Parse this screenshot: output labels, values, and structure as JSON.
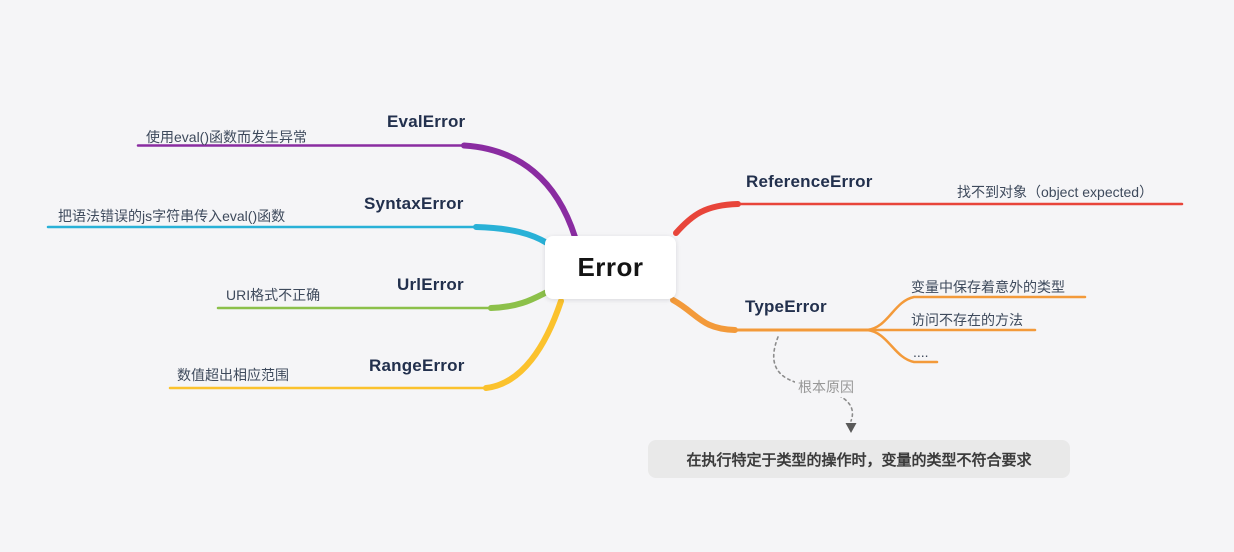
{
  "canvas": {
    "background": "#f5f5f7"
  },
  "center": {
    "label": "Error"
  },
  "left_branches": [
    {
      "name": "EvalError",
      "note": "使用eval()函数而发生异常",
      "color": "#8a2ca1"
    },
    {
      "name": "SyntaxError",
      "note": "把语法错误的js字符串传入eval()函数",
      "color": "#29b1d7"
    },
    {
      "name": "UrlError",
      "note": "URI格式不正确",
      "color": "#8cc04a"
    },
    {
      "name": "RangeError",
      "note": "数值超出相应范围",
      "color": "#fbc22d"
    }
  ],
  "right_branches": [
    {
      "name": "ReferenceError",
      "note": "找不到对象（object expected）",
      "color": "#e8453a"
    },
    {
      "name": "TypeError",
      "color": "#f39a3a",
      "children": [
        "变量中保存着意外的类型",
        "访问不存在的方法",
        "...."
      ]
    }
  ],
  "annotation": {
    "relation_label": "根本原因",
    "callout_text": "在执行特定于类型的操作时，变量的类型不符合要求"
  }
}
